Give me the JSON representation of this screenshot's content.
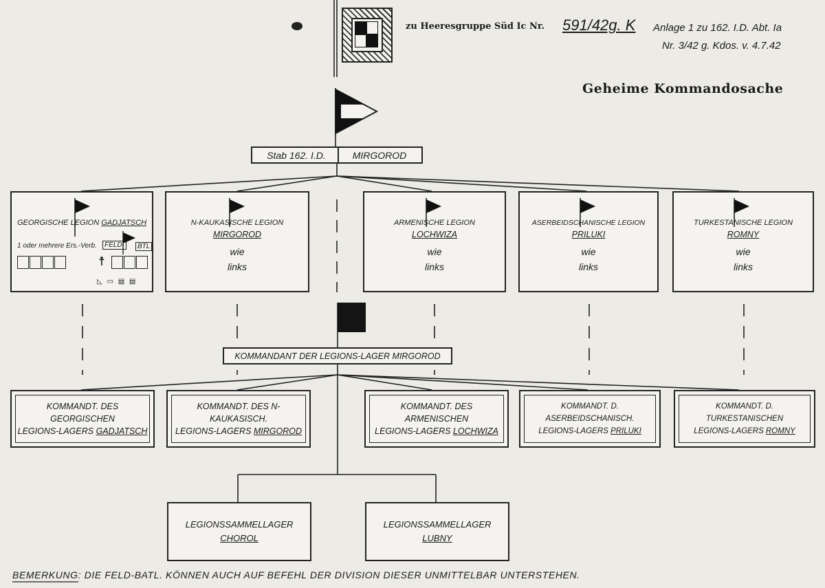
{
  "header": {
    "line1": "zu Heeresgruppe Süd Ic Nr.",
    "number": "591/42g. K",
    "anlage_line1": "Anlage 1 zu 162. I.D. Abt. Ia",
    "anlage_line2": "Nr. 3/42 g. Kdos. v. 4.7.42",
    "secret": "Geheime Kommandosache"
  },
  "hq": {
    "label": "Stab 162. I.D.",
    "location": "MIRGOROD"
  },
  "legions": [
    {
      "name": "GEORGISCHE LEGION",
      "city": "GADJATSCH",
      "w1": "",
      "w2": ""
    },
    {
      "name": "N-KAUKASISCHE LEGION",
      "city": "MIRGOROD",
      "w1": "wie",
      "w2": "links"
    },
    {
      "name": "ARMENISCHE LEGION",
      "city": "LOCHWIZA",
      "w1": "wie",
      "w2": "links"
    },
    {
      "name": "ASERBEIDSCHANISCHE LEGION",
      "city": "PRILUKI",
      "w1": "wie",
      "w2": "links"
    },
    {
      "name": "TURKESTANISCHE LEGION",
      "city": "ROMNY",
      "w1": "wie",
      "w2": "links"
    }
  ],
  "georgian_detail": {
    "ers_label": "1 oder mehrere Ers.-Verb.",
    "feld": "FELD-",
    "btl": "BTL"
  },
  "kommandant": {
    "label": "KOMMANDANT DER LEGIONS-LAGER MIRGOROD"
  },
  "camps": [
    {
      "line1": "KOMMANDT. DES GEORGISCHEN",
      "line2": "LEGIONS-LAGERS",
      "city": "GADJATSCH"
    },
    {
      "line1": "KOMMANDT. DES N-KAUKASISCH.",
      "line2": "LEGIONS-LAGERS",
      "city": "MIRGOROD"
    },
    {
      "line1": "KOMMANDT. DES ARMENISCHEN",
      "line2": "LEGIONS-LAGERS",
      "city": "LOCHWIZA"
    },
    {
      "line1": "KOMMANDT. D. ASERBEIDSCHANISCH.",
      "line2": "LEGIONS-LAGERS",
      "city": "PRILUKI"
    },
    {
      "line1": "KOMMANDT. D. TURKESTANISCHEN",
      "line2": "LEGIONS-LAGERS",
      "city": "ROMNY"
    }
  ],
  "collection": [
    {
      "line1": "LEGIONSSAMMELLAGER",
      "city": "CHOROL"
    },
    {
      "line1": "LEGIONSSAMMELLAGER",
      "city": "LUBNY"
    }
  ],
  "note": {
    "label": "BEMERKUNG:",
    "text": "DIE FELD-BATL. KÖNNEN AUCH AUF BEFEHL DER DIVISION DIESER UNMITTELBAR UNTERSTEHEN."
  },
  "icons": [
    "army-group-flag-icon",
    "division-flag-icon",
    "legion-flag-icon",
    "kommandant-flag-icon"
  ],
  "colors": {
    "paper": "#ecebe6",
    "ink": "#1a1a1a"
  }
}
